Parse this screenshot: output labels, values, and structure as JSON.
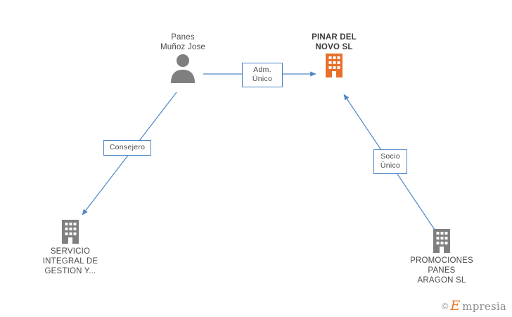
{
  "diagram": {
    "type": "corporate-relationship-graph",
    "nodes": [
      {
        "id": "person-panes-munoz-jose",
        "icon": "person-icon",
        "label": "Panes\nMuñoz Jose",
        "bold": false,
        "label_position": "top"
      },
      {
        "id": "company-pinar-del-novo-sl",
        "icon": "building-icon-orange",
        "label": "PINAR DEL\nNOVO SL",
        "bold": true,
        "label_position": "top"
      },
      {
        "id": "company-servicio-integral",
        "icon": "building-icon-gray",
        "label": "SERVICIO\nINTEGRAL DE\nGESTION Y...",
        "bold": false,
        "label_position": "bottom"
      },
      {
        "id": "company-promociones-panes-aragon",
        "icon": "building-icon-gray",
        "label": "PROMOCIONES\nPANES\nARAGON  SL",
        "bold": false,
        "label_position": "bottom"
      }
    ],
    "edges": [
      {
        "id": "edge-adm-unico",
        "label": "Adm.\nÚnico",
        "from": "person-panes-munoz-jose",
        "to": "company-pinar-del-novo-sl"
      },
      {
        "id": "edge-consejero",
        "label": "Consejero",
        "from": "person-panes-munoz-jose",
        "to": "company-servicio-integral"
      },
      {
        "id": "edge-socio-unico",
        "label": "Socio\nÚnico",
        "from": "company-promociones-panes-aragon",
        "to": "company-pinar-del-novo-sl"
      }
    ],
    "colors": {
      "edge": "#4f86c6",
      "highlight_node": "#e8702a",
      "normal_node": "#7f7f7f",
      "label_text": "#4a4a4a"
    }
  },
  "watermark": {
    "copyright": "©",
    "brand_initial": "E",
    "brand_rest": "mpresia"
  }
}
